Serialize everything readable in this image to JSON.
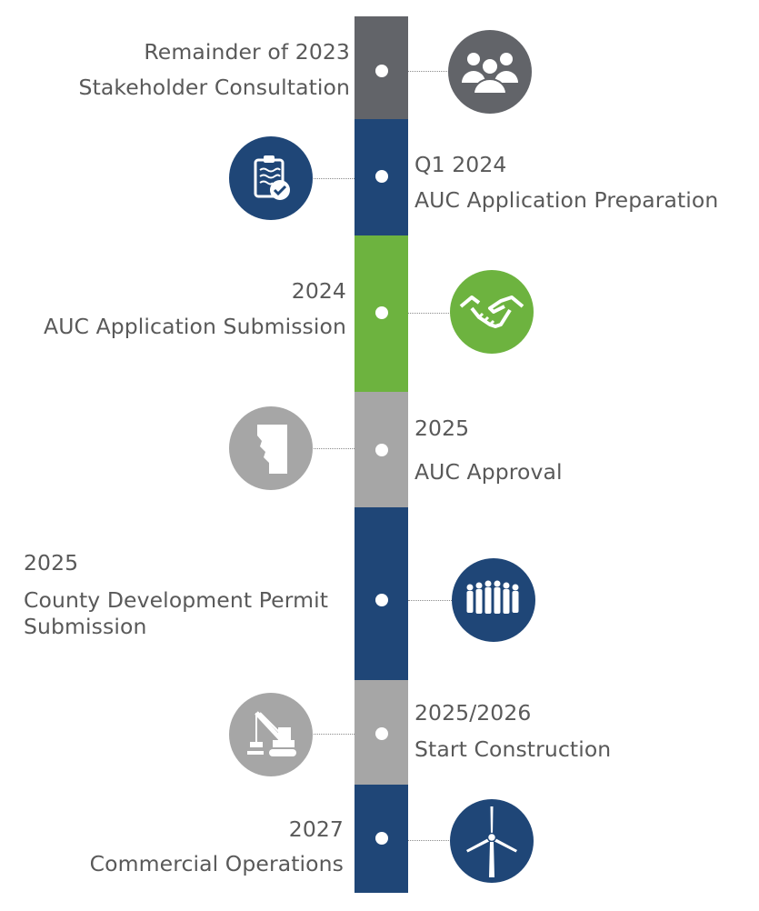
{
  "colors": {
    "dark_gray": "#626469",
    "navy": "#1f4677",
    "green": "#6db33f",
    "light_gray": "#a6a6a6",
    "text": "#595959"
  },
  "milestones": [
    {
      "date": "Remainder of 2023",
      "label": "Stakeholder Consultation",
      "icon": "people-group-icon",
      "color": "dark_gray",
      "side": "text-left"
    },
    {
      "date": "Q1 2024",
      "label": "AUC Application Preparation",
      "icon": "clipboard-check-icon",
      "color": "navy",
      "side": "text-right"
    },
    {
      "date": "2024",
      "label": "AUC Application Submission",
      "icon": "handshake-icon",
      "color": "green",
      "side": "text-left"
    },
    {
      "date": "2025",
      "label": "AUC Approval",
      "icon": "alberta-map-icon",
      "color": "light_gray",
      "side": "text-right"
    },
    {
      "date": "2025",
      "label_line1": "County Development Permit",
      "label_line2": "Submission",
      "icon": "crowd-icon",
      "color": "navy",
      "side": "text-left"
    },
    {
      "date": "2025/2026",
      "label": "Start Construction",
      "icon": "crane-icon",
      "color": "light_gray",
      "side": "text-right"
    },
    {
      "date": "2027",
      "label": "Commercial Operations",
      "icon": "wind-turbine-icon",
      "color": "navy",
      "side": "text-left"
    }
  ]
}
